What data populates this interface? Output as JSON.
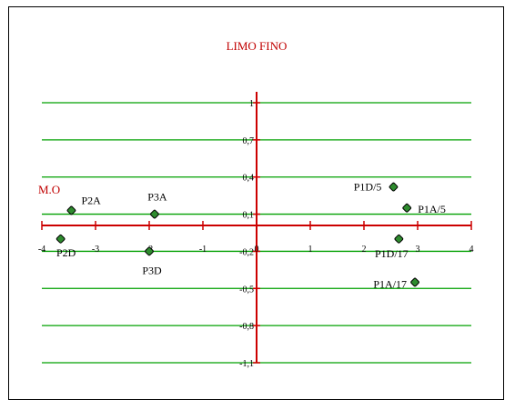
{
  "chart_data": {
    "type": "scatter",
    "title": "LIMO FINO",
    "ylabel": "M.O",
    "xlim": [
      -4,
      4
    ],
    "ylim": [
      -1.1,
      1.1
    ],
    "x_ticks": [
      "-4",
      "-3",
      "-2",
      "-1",
      "0",
      "1",
      "2",
      "3",
      "4"
    ],
    "y_ticks": [
      "1",
      "0,7",
      "0,4",
      "0,1",
      "-0,2",
      "-0,5",
      "-0,8",
      "-1,1"
    ],
    "grid": "horizontal",
    "colors": {
      "axis": "#cc0000",
      "grid": "#00a000",
      "point": "#2e8b2e",
      "title": "#c00000"
    },
    "points": [
      {
        "label": "P2A",
        "x": -3.45,
        "y": 0.13
      },
      {
        "label": "P3A",
        "x": -1.9,
        "y": 0.1
      },
      {
        "label": "P2D",
        "x": -3.65,
        "y": -0.1
      },
      {
        "label": "P3D",
        "x": -2.0,
        "y": -0.2
      },
      {
        "label": "P1D/5",
        "x": 2.55,
        "y": 0.32
      },
      {
        "label": "P1A/5",
        "x": 2.8,
        "y": 0.15
      },
      {
        "label": "P1D/17",
        "x": 2.65,
        "y": -0.1
      },
      {
        "label": "P1A/17",
        "x": 2.95,
        "y": -0.45
      }
    ]
  }
}
